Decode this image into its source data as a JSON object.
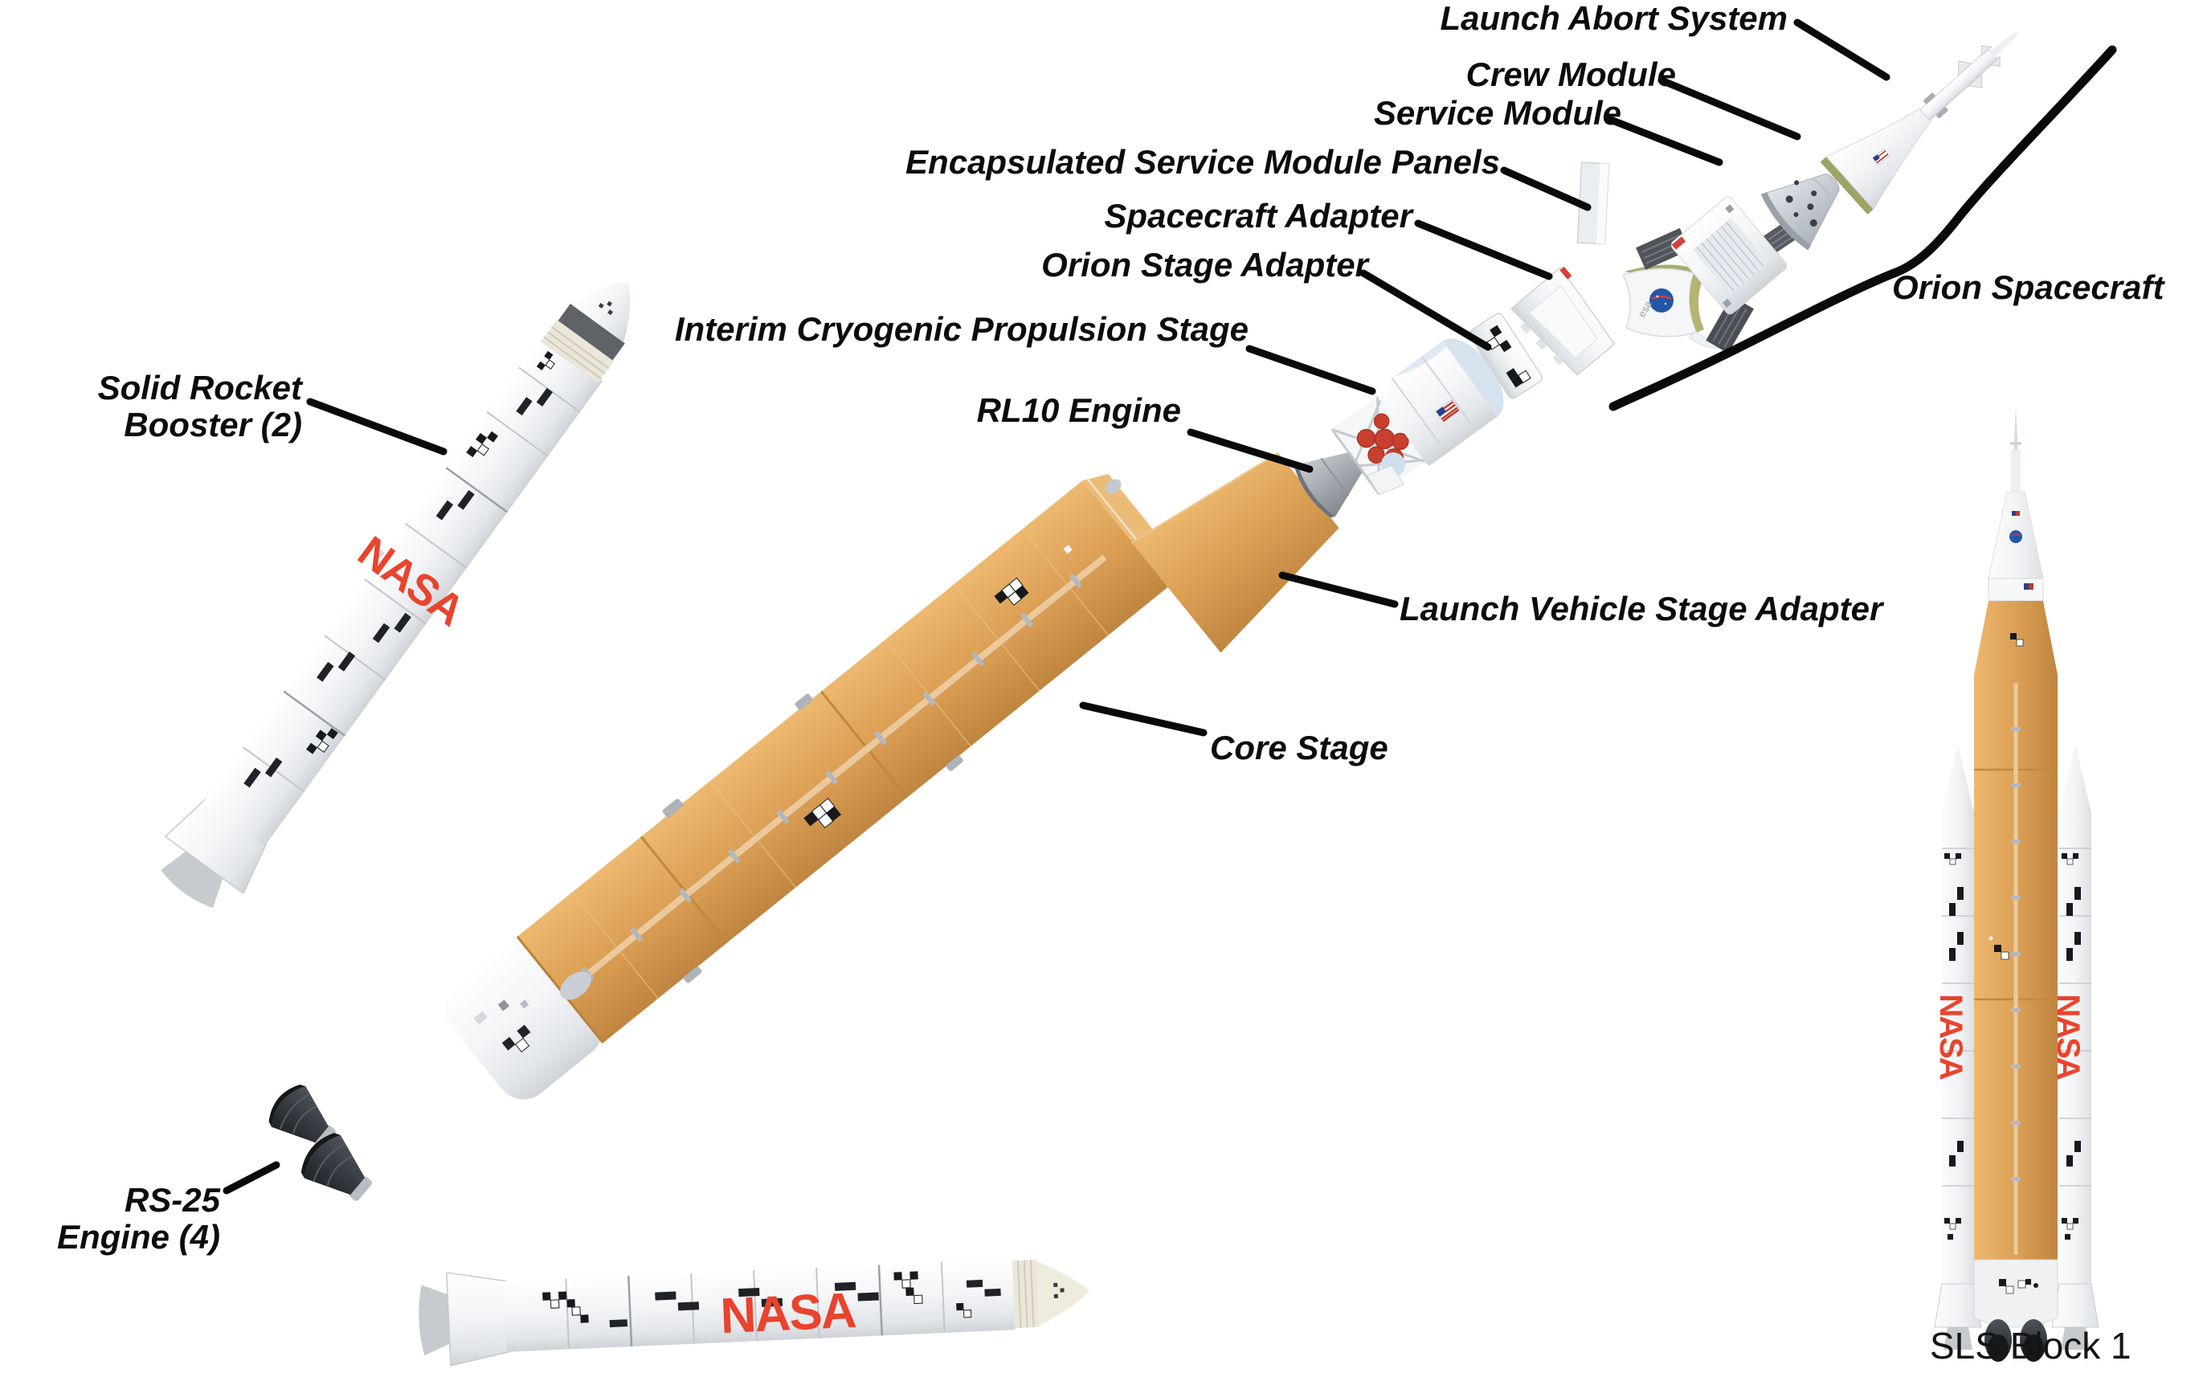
{
  "title": "SLS Block 1",
  "labels": {
    "launch_abort_system": "Launch Abort System",
    "crew_module": "Crew Module",
    "service_module": "Service Module",
    "esm_panels": "Encapsulated Service Module Panels",
    "spacecraft_adapter": "Spacecraft Adapter",
    "orion_stage_adapter": "Orion Stage Adapter",
    "icps": "Interim Cryogenic Propulsion Stage",
    "rl10_engine": "RL10 Engine",
    "orion_spacecraft": "Orion Spacecraft",
    "solid_rocket_booster_line1": "Solid Rocket",
    "solid_rocket_booster_line2": "Booster (2)",
    "lvsa": "Launch Vehicle Stage Adapter",
    "core_stage": "Core Stage",
    "rs25_line1": "RS-25",
    "rs25_line2": "Engine (4)",
    "sls_block_1": "SLS Block 1"
  },
  "branding": {
    "nasa_worm": "NASA",
    "esa_mark": "esa"
  },
  "colors": {
    "background": "#FFFFFF",
    "label_text": "#0C0C0C",
    "leader_line": "#0A0A0A",
    "core_orange": "#DCA055",
    "booster_white": "#F4F5F7",
    "nasa_worm_red": "#E8442E",
    "nasa_meatball_blue": "#2456A8",
    "engine_nozzle_dark": "#2A2D32",
    "rl10_gray": "#A7ACB2",
    "olive_panel": "#A8AB6A"
  }
}
